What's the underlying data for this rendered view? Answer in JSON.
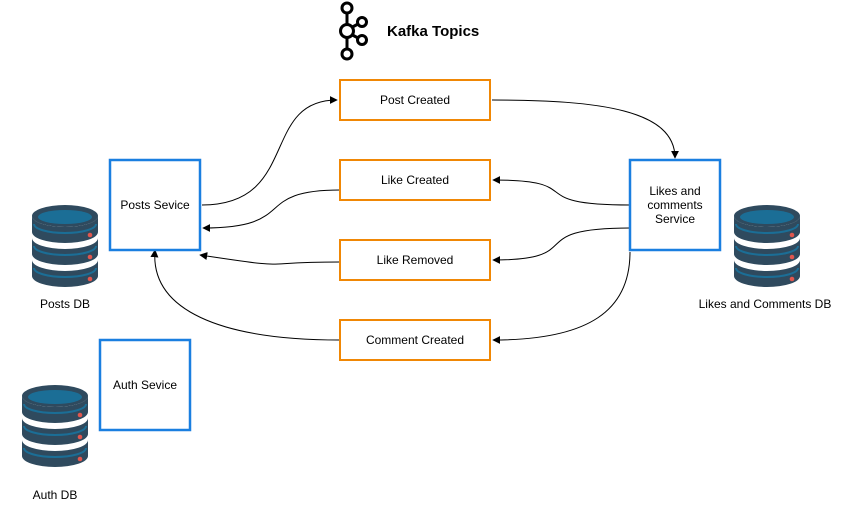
{
  "header": {
    "title": "Kafka Topics",
    "icon": "kafka-logo-icon"
  },
  "topics": [
    {
      "id": "post_created",
      "label": "Post Created"
    },
    {
      "id": "like_created",
      "label": "Like Created"
    },
    {
      "id": "like_removed",
      "label": "Like Removed"
    },
    {
      "id": "comment_created",
      "label": "Comment Created"
    }
  ],
  "services": {
    "posts": {
      "label": "Posts Sevice"
    },
    "likes": {
      "label_lines": [
        "Likes and",
        "comments",
        "Service"
      ]
    },
    "auth": {
      "label": "Auth Sevice"
    }
  },
  "databases": {
    "posts_db": {
      "label": "Posts DB",
      "icon": "database-icon"
    },
    "likes_db": {
      "label": "Likes and Comments DB",
      "icon": "database-icon"
    },
    "auth_db": {
      "label": "Auth DB",
      "icon": "database-icon"
    }
  },
  "colors": {
    "topic_border": "#f08705",
    "service_border": "#1a7fe0",
    "db_dark": "#2f4a5e",
    "db_light": "#1b6e96",
    "db_led": "#e0574f"
  }
}
